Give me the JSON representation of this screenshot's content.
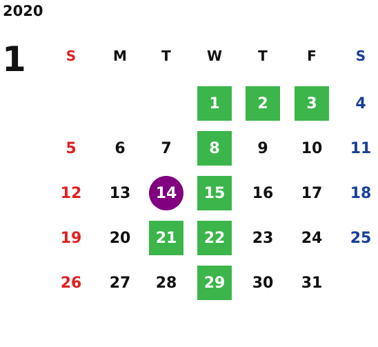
{
  "calendar": {
    "year": "2020",
    "month": "1",
    "weekday_headers": [
      "S",
      "M",
      "T",
      "W",
      "T",
      "F",
      "S"
    ],
    "days": [
      {
        "day": "1",
        "weekday": 3,
        "week": 0,
        "highlight": "green"
      },
      {
        "day": "2",
        "weekday": 4,
        "week": 0,
        "highlight": "green"
      },
      {
        "day": "3",
        "weekday": 5,
        "week": 0,
        "highlight": "green"
      },
      {
        "day": "4",
        "weekday": 6,
        "week": 0,
        "highlight": "none"
      },
      {
        "day": "5",
        "weekday": 0,
        "week": 1,
        "highlight": "none"
      },
      {
        "day": "6",
        "weekday": 1,
        "week": 1,
        "highlight": "none"
      },
      {
        "day": "7",
        "weekday": 2,
        "week": 1,
        "highlight": "none"
      },
      {
        "day": "8",
        "weekday": 3,
        "week": 1,
        "highlight": "green"
      },
      {
        "day": "9",
        "weekday": 4,
        "week": 1,
        "highlight": "none"
      },
      {
        "day": "10",
        "weekday": 5,
        "week": 1,
        "highlight": "none"
      },
      {
        "day": "11",
        "weekday": 6,
        "week": 1,
        "highlight": "none"
      },
      {
        "day": "12",
        "weekday": 0,
        "week": 2,
        "highlight": "none"
      },
      {
        "day": "13",
        "weekday": 1,
        "week": 2,
        "highlight": "none"
      },
      {
        "day": "14",
        "weekday": 2,
        "week": 2,
        "highlight": "purple"
      },
      {
        "day": "15",
        "weekday": 3,
        "week": 2,
        "highlight": "green"
      },
      {
        "day": "16",
        "weekday": 4,
        "week": 2,
        "highlight": "none"
      },
      {
        "day": "17",
        "weekday": 5,
        "week": 2,
        "highlight": "none"
      },
      {
        "day": "18",
        "weekday": 6,
        "week": 2,
        "highlight": "none"
      },
      {
        "day": "19",
        "weekday": 0,
        "week": 3,
        "highlight": "none"
      },
      {
        "day": "20",
        "weekday": 1,
        "week": 3,
        "highlight": "none"
      },
      {
        "day": "21",
        "weekday": 2,
        "week": 3,
        "highlight": "green"
      },
      {
        "day": "22",
        "weekday": 3,
        "week": 3,
        "highlight": "green"
      },
      {
        "day": "23",
        "weekday": 4,
        "week": 3,
        "highlight": "none"
      },
      {
        "day": "24",
        "weekday": 5,
        "week": 3,
        "highlight": "none"
      },
      {
        "day": "25",
        "weekday": 6,
        "week": 3,
        "highlight": "none"
      },
      {
        "day": "26",
        "weekday": 0,
        "week": 4,
        "highlight": "none"
      },
      {
        "day": "27",
        "weekday": 1,
        "week": 4,
        "highlight": "none"
      },
      {
        "day": "28",
        "weekday": 2,
        "week": 4,
        "highlight": "none"
      },
      {
        "day": "29",
        "weekday": 3,
        "week": 4,
        "highlight": "green"
      },
      {
        "day": "30",
        "weekday": 4,
        "week": 4,
        "highlight": "none"
      },
      {
        "day": "31",
        "weekday": 5,
        "week": 4,
        "highlight": "none"
      }
    ]
  },
  "colors": {
    "sunday": "#e02020",
    "saturday": "#1a3f99",
    "weekday": "#111111",
    "highlight_green": "#3cb54a",
    "highlight_purple": "#800080"
  }
}
